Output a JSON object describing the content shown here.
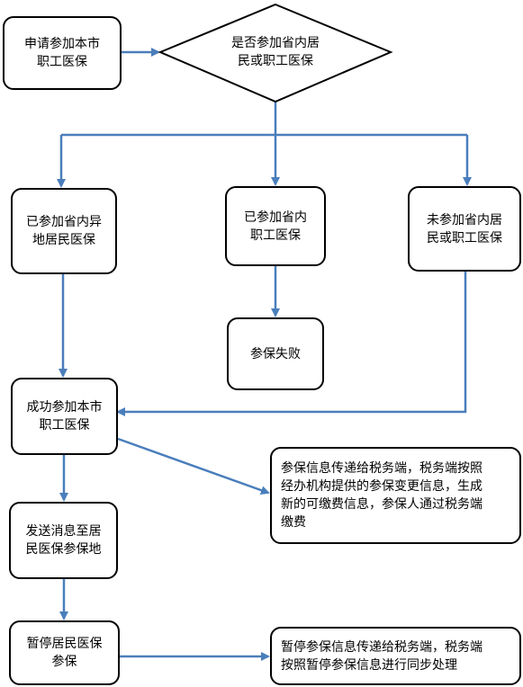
{
  "diagram": {
    "line_color": "#4a7ebb",
    "border_color": "#000000",
    "nodes": {
      "apply": "申请参加本市\n职工医保",
      "decision": "是否参加省内居\n民或职工医保",
      "resident_elsewhere": "已参加省内异\n地居民医保",
      "employee_in_province": "已参加省内\n职工医保",
      "not_enrolled": "未参加省内居\n民或职工医保",
      "fail": "参保失败",
      "success": "成功参加本市\n职工医保",
      "tax_info": "参保信息传递给税务端，税务端按照\n经办机构提供的参保变更信息，生成\n新的可缴费信息，参保人通过税务端\n缴费",
      "send_msg": "发送消息至居\n民医保参保地",
      "suspend": "暂停居民医保\n参保",
      "suspend_info": "暂停参保信息传递给税务端，税务端\n按照暂停参保信息进行同步处理"
    }
  }
}
